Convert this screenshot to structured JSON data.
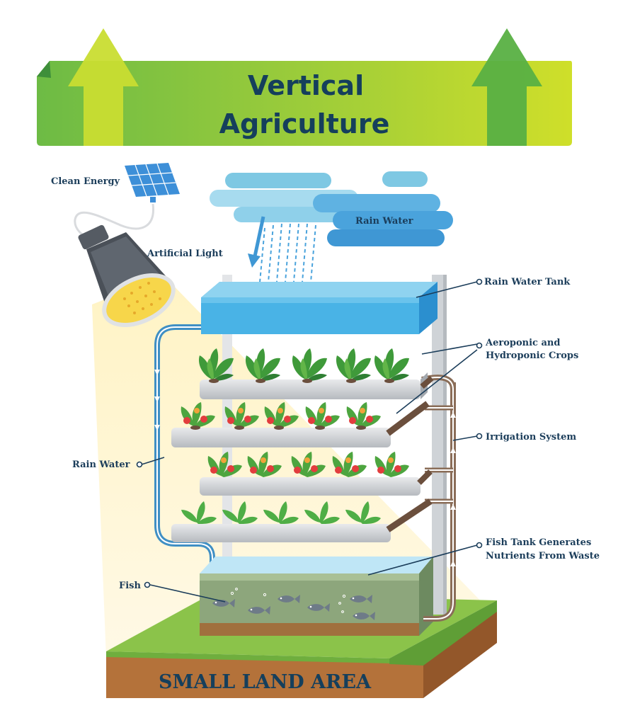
{
  "title": {
    "line1": "Vertical",
    "line2": "Agriculture"
  },
  "labels": {
    "clean_energy": "Clean Energy",
    "artificial_light": "Artificial Light",
    "rain_water_cloud": "Rain Water",
    "rain_water_tank": "Rain Water Tank",
    "crops_line1": "Aeroponic and",
    "crops_line2": "Hydroponic Crops",
    "irrigation_system": "Irrigation System",
    "rain_water_pipe": "Rain Water",
    "fish_tank_line1": "Fish Tank Generates",
    "fish_tank_line2": "Nutrients From Waste",
    "fish": "Fish",
    "small_land_area": "SMALL LAND AREA"
  },
  "colors": {
    "banner": "#7cc242",
    "banner_light": "#c8dc2c",
    "text_dark": "#1b3d5a",
    "water": "#49b3e6",
    "water_dark": "#2b8fcf",
    "pipe_grey": "#c9cdd1",
    "grass": "#74b843",
    "soil": "#b8733a",
    "light_beam": "#fff6d6"
  },
  "icons": {
    "solar_panel": "solar-panel-icon",
    "lamp": "lamp-icon",
    "cloud": "cloud-icon",
    "fish": "fish-icon",
    "leafy_plant": "leafy-plant-icon",
    "strawberry_plant": "strawberry-plant-icon",
    "seedling": "seedling-icon",
    "up_arrow": "up-arrow-icon"
  }
}
